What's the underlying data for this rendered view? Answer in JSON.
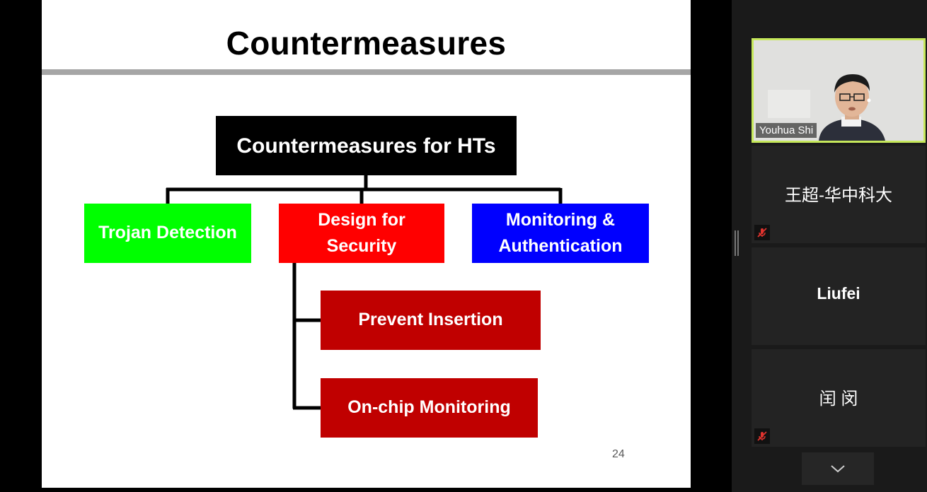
{
  "slide": {
    "title": "Countermeasures",
    "root": "Countermeasures for HTs",
    "children": {
      "trojan_detection": "Trojan Detection",
      "design_for_security_line1": "Design for",
      "design_for_security_line2": "Security",
      "monitoring_line1": "Monitoring &",
      "monitoring_line2": "Authentication"
    },
    "sub_children": {
      "prevent_insertion": "Prevent Insertion",
      "onchip_monitoring": "On-chip Monitoring"
    },
    "page_number": "24"
  },
  "participants": [
    {
      "name": "Youhua Shi",
      "video": true,
      "active_speaker": true
    },
    {
      "name": "王超-华中科大",
      "muted": true
    },
    {
      "name": "Liufei",
      "muted": false
    },
    {
      "name": "闰 闵",
      "muted": true
    }
  ],
  "colors": {
    "active_border": "#c6e85b",
    "green_box": "#00ff00",
    "red_box": "#ff0000",
    "blue_box": "#0000ff",
    "dark_red_box": "#c00000",
    "mute_red": "#e0332e"
  },
  "icons": {
    "mute": "mic-muted-icon",
    "scroll": "chevron-down-icon"
  }
}
